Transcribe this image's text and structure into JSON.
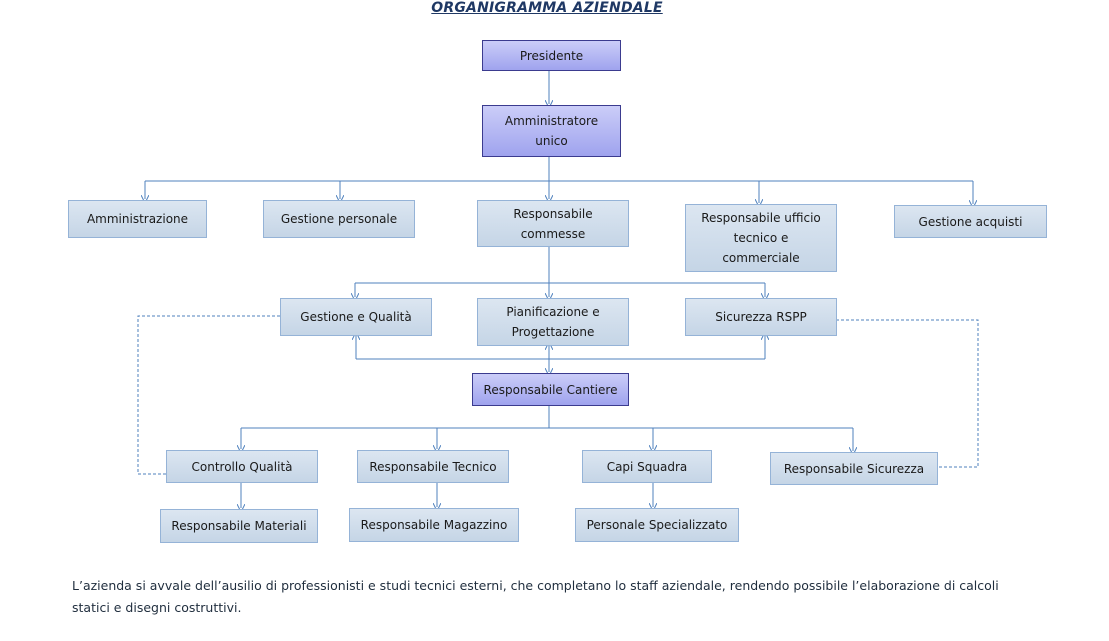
{
  "title": "ORGANIGRAMMA AZIENDALE",
  "nodes": {
    "presidente": "Presidente",
    "amministratore": "Amministratore unico",
    "amministrazione": "Amministrazione",
    "gestione_personale": "Gestione personale",
    "responsabile_commesse": "Responsabile commesse",
    "responsabile_ufficio_tecnico": "Responsabile ufficio tecnico e commerciale",
    "gestione_acquisti": "Gestione acquisti",
    "gestione_qualita": "Gestione e Qualità",
    "pianificazione": "Pianificazione e Progettazione",
    "sicurezza_rspp": "Sicurezza RSPP",
    "responsabile_cantiere": "Responsabile Cantiere",
    "controllo_qualita": "Controllo Qualità",
    "responsabile_tecnico": "Responsabile Tecnico",
    "capi_squadra": "Capi Squadra",
    "responsabile_sicurezza": "Responsabile Sicurezza",
    "responsabile_materiali": "Responsabile Materiali",
    "responsabile_magazzino": "Responsabile Magazzino",
    "personale_specializzato": "Personale Specializzato"
  },
  "footer_text": "L’azienda si avvale dell’ausilio di professionisti e studi tecnici esterni, che completano lo staff aziendale, rendendo possibile l’elaborazione di calcoli statici e disegni costruttivi.",
  "colors": {
    "connector": "#4f81bd",
    "box_border": "#95b3d7",
    "top_box_border": "#3b3b8f"
  }
}
